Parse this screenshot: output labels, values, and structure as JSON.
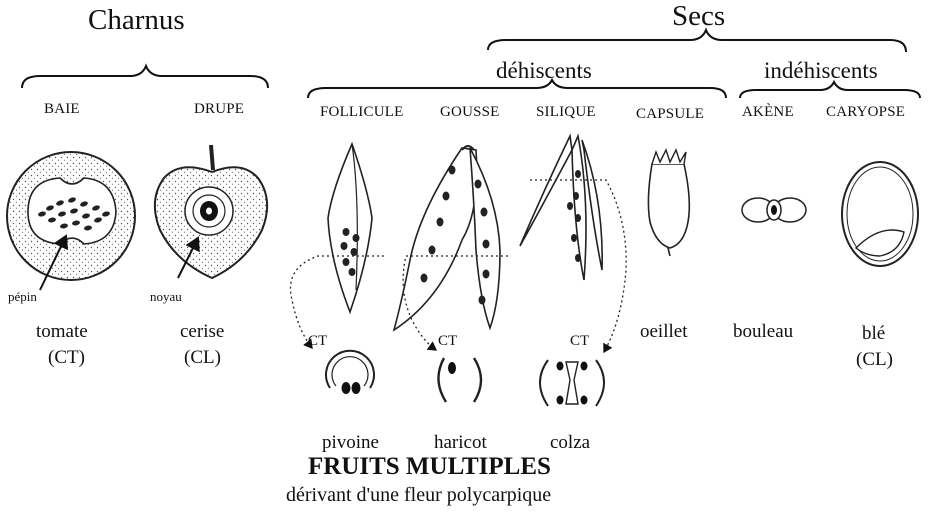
{
  "groups": {
    "fleshy": "Charnus",
    "dry": "Secs",
    "dehiscent": "déhiscents",
    "indehiscent": "indéhiscents"
  },
  "types": {
    "baie": "BAIE",
    "drupe": "DRUPE",
    "follicule": "FOLLICULE",
    "gousse": "GOUSSE",
    "silique": "SILIQUE",
    "capsule": "CAPSULE",
    "akene": "AKÈNE",
    "caryopse": "CARYOPSE"
  },
  "labels": {
    "pepin": "pépin",
    "noyau": "noyau"
  },
  "examples": {
    "tomate": "tomate",
    "tomate_ct": "(CT)",
    "cerise": "cerise",
    "cerise_cl": "(CL)",
    "oeillet": "oeillet",
    "bouleau": "bouleau",
    "ble": "blé",
    "ble_cl": "(CL)",
    "pivoine": "pivoine",
    "haricot": "haricot",
    "colza": "colza"
  },
  "ct_marks": [
    "CT",
    "CT",
    "CT"
  ],
  "footer": {
    "title": "FRUITS MULTIPLES",
    "subtitle": "dérivant d'une fleur polycarpique"
  }
}
